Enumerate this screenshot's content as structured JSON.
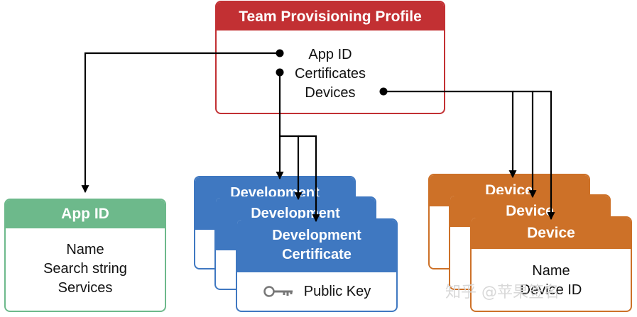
{
  "profile": {
    "title": "Team Provisioning Profile",
    "items": [
      "App ID",
      "Certificates",
      "Devices"
    ]
  },
  "app_id": {
    "title": "App ID",
    "fields": [
      "Name",
      "Search string",
      "Services"
    ]
  },
  "certificate": {
    "stack_titles": [
      "Development",
      "Development"
    ],
    "title_line1": "Development",
    "title_line2": "Certificate",
    "field": "Public Key",
    "field_icon": "key-icon"
  },
  "device": {
    "stack_titles": [
      "Device",
      "Device"
    ],
    "title": "Device",
    "fields": [
      "Name",
      "Device ID"
    ]
  },
  "watermark": "知乎 @苹果签名",
  "colors": {
    "profile": "#c23033",
    "app_id": "#6db98b",
    "certificate": "#3f78c1",
    "device": "#cd7128"
  }
}
